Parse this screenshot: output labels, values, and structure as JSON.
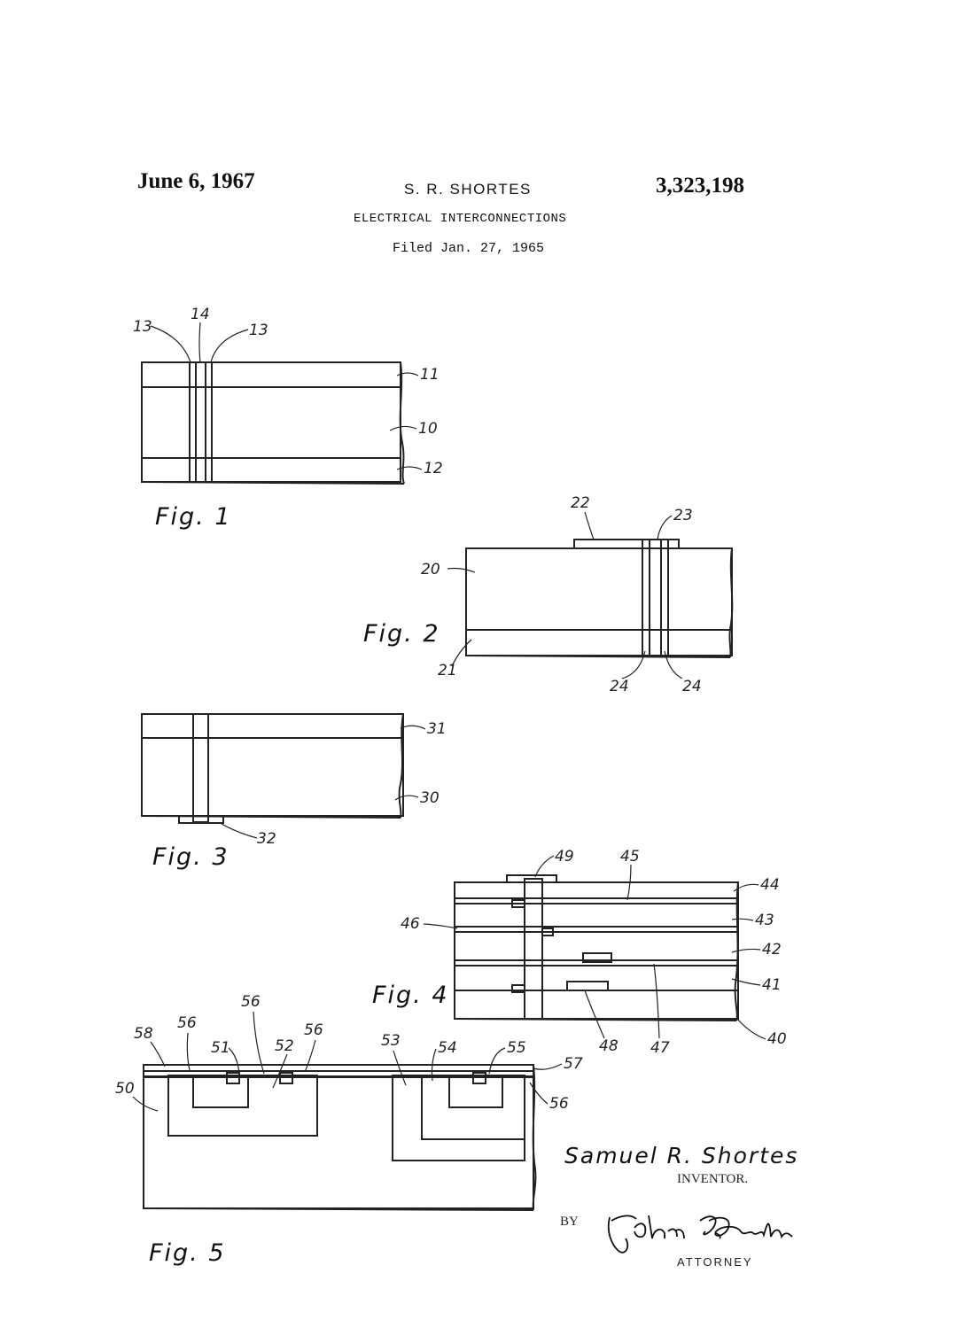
{
  "header": {
    "date": "June 6, 1967",
    "inventor": "S. R. SHORTES",
    "patent_number": "3,323,198",
    "title": "ELECTRICAL INTERCONNECTIONS",
    "filed": "Filed Jan. 27, 1965"
  },
  "figures": {
    "fig1": {
      "caption": "Fig. 1",
      "labels": [
        "13",
        "14",
        "13",
        "11",
        "10",
        "12"
      ]
    },
    "fig2": {
      "caption": "Fig. 2",
      "labels": [
        "22",
        "23",
        "20",
        "21",
        "24",
        "24"
      ]
    },
    "fig3": {
      "caption": "Fig. 3",
      "labels": [
        "31",
        "30",
        "32"
      ]
    },
    "fig4": {
      "caption": "Fig. 4",
      "labels": [
        "49",
        "45",
        "44",
        "43",
        "46",
        "42",
        "41",
        "40",
        "48",
        "47"
      ]
    },
    "fig5": {
      "caption": "Fig. 5",
      "labels": [
        "56",
        "58",
        "56",
        "51",
        "52",
        "56",
        "53",
        "54",
        "55",
        "57",
        "50",
        "56"
      ]
    }
  },
  "signature": {
    "name": "Samuel R. Shortes",
    "role": "INVENTOR.",
    "by": "BY",
    "attorney_role": "ATTORNEY"
  }
}
